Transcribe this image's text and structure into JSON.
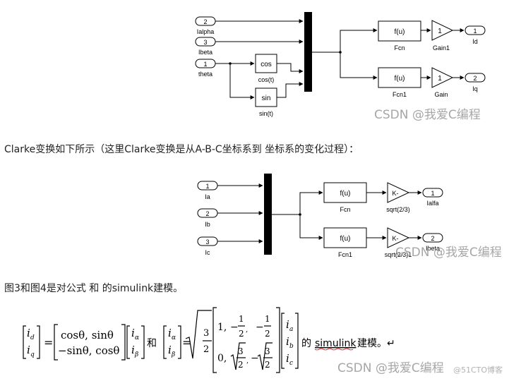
{
  "diagram1": {
    "inports": [
      {
        "num": "2",
        "label": "Ialpha"
      },
      {
        "num": "3",
        "label": "Ibeta"
      },
      {
        "num": "1",
        "label": "theta"
      }
    ],
    "trig_blocks": [
      {
        "text": "cos",
        "label": "cos(t)"
      },
      {
        "text": "sin",
        "label": "sin(t)"
      }
    ],
    "fcn_blocks": [
      {
        "text": "f(u)",
        "label": "Fcn"
      },
      {
        "text": "f(u)",
        "label": "Fcn1"
      }
    ],
    "gains": [
      {
        "text": "1",
        "label": "Gain1"
      },
      {
        "text": "1",
        "label": "Gain"
      }
    ],
    "outports": [
      {
        "num": "1",
        "label": "Id"
      },
      {
        "num": "2",
        "label": "Iq"
      }
    ]
  },
  "paragraph1": "Clarke变换如下所示（这里Clarke变换是从A-B-C坐标系到 坐标系的变化过程）：",
  "diagram2": {
    "inports": [
      {
        "num": "1",
        "label": "Ia"
      },
      {
        "num": "2",
        "label": "Ib"
      },
      {
        "num": "3",
        "label": "Ic"
      }
    ],
    "fcn_blocks": [
      {
        "text": "f(u)",
        "label": "Fcn"
      },
      {
        "text": "f(u)",
        "label": "Fcn1"
      }
    ],
    "gains": [
      {
        "text": "K-",
        "label": "sqrt(2/3)"
      },
      {
        "text": "K-",
        "label": "sqrt(2/3)1"
      }
    ],
    "outports": [
      {
        "num": "1",
        "label": "Ialfa"
      },
      {
        "num": "2",
        "label": "Ibeta"
      }
    ]
  },
  "paragraph2": "图3和图4是对公式 和 的simulink建模。",
  "equation": {
    "park_row1": "cosθ, sinθ",
    "park_row2": "−sinθ, cosθ",
    "conj": "和",
    "suffix": "的",
    "suffix_link": "simulink",
    "suffix_end": "建模。↵"
  },
  "watermarks": {
    "csdn": "CSDN @我爱C编程",
    "cto": "@51CTO博客"
  }
}
